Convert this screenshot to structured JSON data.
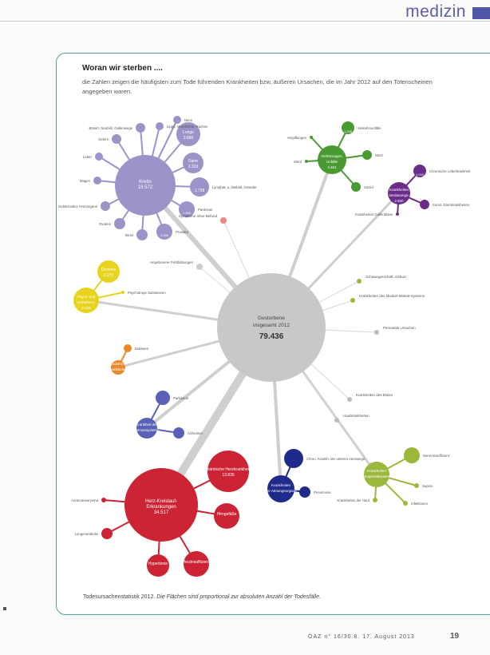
{
  "header": {
    "section": "medizin"
  },
  "title": "Woran wir sterben ....",
  "subtitle": "die Zahlen zeigen die häufigsten zum Tode führenden Krankheiten bzw. äußeren Ursachen, die im Jahr 2012 auf den Totenscheinen angegeben waren.",
  "caption": {
    "main": "Todesursachenstatistik 2012.",
    "note": "Die Flächen sind proportional zur absoluten Anzahl der Todesfälle."
  },
  "footer": {
    "issue": "ÖAZ  n° 16/30.8.  17. August 2013",
    "page": "19"
  },
  "colors": {
    "purple": "#9d93c9",
    "green": "#4a9a34",
    "violet": "#6a2d8a",
    "yellow": "#e8d31e",
    "orange": "#e8892b",
    "blue": "#5a60b8",
    "navy": "#1f2b8a",
    "red": "#cc2435",
    "olive": "#9cb83a",
    "gray": "#c8c8c8"
  },
  "center": {
    "line1": "Gestorbene",
    "line2": "insgesamt 2012",
    "value": "79.436"
  },
  "clusters": [
    {
      "id": "krebs",
      "color": "purple",
      "line1": "Krebs",
      "line2": "19.572",
      "nodes": [
        {
          "label": "Lunge",
          "value": "3.686",
          "ext": ""
        },
        {
          "label": "Darm",
          "value": "2.333",
          "ext": ""
        },
        {
          "label": "",
          "value": "1.738",
          "ext": "Lymphat. u. blutbild. Gewebe"
        },
        {
          "label": "",
          "value": "1.266",
          "ext": "Pankreas"
        },
        {
          "label": "",
          "value": "1.030",
          "ext": "Prostata"
        },
        {
          "label": "",
          "value": "",
          "ext": "Brust"
        },
        {
          "label": "",
          "value": "",
          "ext": "Ovarien"
        },
        {
          "label": "",
          "value": "",
          "ext": "Gebärmutter, Harnorgane"
        },
        {
          "label": "",
          "value": "",
          "ext": "Magen"
        },
        {
          "label": "",
          "value": "",
          "ext": "Leber"
        },
        {
          "label": "",
          "value": "",
          "ext": "Gehirn"
        },
        {
          "label": "",
          "value": "",
          "ext": "Bösart. Neubild. Gallenwege"
        },
        {
          "label": "",
          "value": "",
          "ext": "Lippe, Mundhöhle, Rachen"
        },
        {
          "label": "",
          "value": "",
          "ext": "Niere"
        }
      ]
    },
    {
      "id": "unfaelle",
      "color": "green",
      "line1": "Verletzungen,",
      "line2": "Unfälle",
      "value": "4.461",
      "nodes": [
        {
          "label": "",
          "value": "1.208",
          "ext": "Verkehrsunfälle"
        },
        {
          "label": "",
          "value": "",
          "ext": "Sturz"
        },
        {
          "label": "",
          "value": "",
          "ext": "Suizid"
        },
        {
          "label": "",
          "value": "",
          "ext": "Mord"
        },
        {
          "label": "",
          "value": "",
          "ext": "Vergiftungen"
        }
      ]
    },
    {
      "id": "verdauung",
      "color": "violet",
      "line1": "Krankheiten",
      "line2": "Verdauungs-",
      "value": "2.920",
      "nodes": [
        {
          "label": "",
          "value": "1.033",
          "ext": "Chronische Leberkrankheit"
        },
        {
          "label": "",
          "value": "",
          "ext": "Sonst. Darmkrankheiten"
        },
        {
          "label": "",
          "value": "",
          "ext": "Krankheiten Gallenblase"
        }
      ]
    },
    {
      "id": "psych",
      "color": "yellow",
      "line1": "Psych. und",
      "line2": "Verhaltens-",
      "value": "2.515",
      "nodes": [
        {
          "label": "Demenz",
          "value": "2.270",
          "ext": ""
        },
        {
          "label": "",
          "value": "",
          "ext": "Psychotrope Substanzen"
        }
      ]
    },
    {
      "id": "endokrin",
      "color": "orange",
      "line1": "Endokrine",
      "line2": "Krankheiten",
      "value": "",
      "nodes": [
        {
          "label": "",
          "value": "",
          "ext": "Diabetes"
        }
      ]
    },
    {
      "id": "nerven",
      "color": "blue",
      "line1": "Krankheit des",
      "line2": "Nervensystems",
      "value": "",
      "nodes": [
        {
          "label": "",
          "value": "",
          "ext": "Parkinson"
        },
        {
          "label": "",
          "value": "",
          "ext": "Alzheimer"
        }
      ]
    },
    {
      "id": "kreislauf",
      "color": "red",
      "line1": "Herz-Kreislauf-",
      "line2": "Erkrankungen",
      "value": "34.517",
      "nodes": [
        {
          "label": "Ischämische Herzkrankheiten",
          "value": "13.835",
          "ext": ""
        },
        {
          "label": "Hirngefäße",
          "value": "",
          "ext": ""
        },
        {
          "label": "Herzinsuffizienz",
          "value": "",
          "ext": ""
        },
        {
          "label": "Hypertonie",
          "value": "",
          "ext": ""
        },
        {
          "label": "",
          "value": "",
          "ext": "Lungenembolie"
        },
        {
          "label": "",
          "value": "",
          "ext": "Aortenaneurysma"
        }
      ]
    },
    {
      "id": "atmung",
      "color": "navy",
      "line1": "Krankheiten",
      "line2": "der Atmungsorgane",
      "value": "",
      "nodes": [
        {
          "label": "",
          "value": "",
          "ext": "Chron. Krankh. der unteren Atemwege"
        },
        {
          "label": "",
          "value": "",
          "ext": "Pneumonie"
        }
      ]
    },
    {
      "id": "harn",
      "color": "olive",
      "line1": "Krankheiten",
      "line2": "Urogenitalsystem",
      "value": "",
      "nodes": [
        {
          "label": "",
          "value": "",
          "ext": "Niereninsuffizienz"
        },
        {
          "label": "",
          "value": "",
          "ext": "Sepsis"
        },
        {
          "label": "",
          "value": "",
          "ext": "Infektionen"
        },
        {
          "label": "",
          "value": "",
          "ext": "Krankheiten der Haut"
        }
      ]
    }
  ],
  "standalone": [
    {
      "label": "Angeborene Fehlbildungen",
      "value": ""
    },
    {
      "label": "Symptome ohne Befund",
      "value": ""
    },
    {
      "label": "Schwangerschaft, Geburt",
      "value": ""
    },
    {
      "label": "Krankheiten des Muskel-Skelett-Systems",
      "value": ""
    },
    {
      "label": "Perinatale Ursachen",
      "value": ""
    },
    {
      "label": "Krankheiten des Blutes",
      "value": ""
    },
    {
      "label": "Hautkrankheiten",
      "value": ""
    }
  ]
}
